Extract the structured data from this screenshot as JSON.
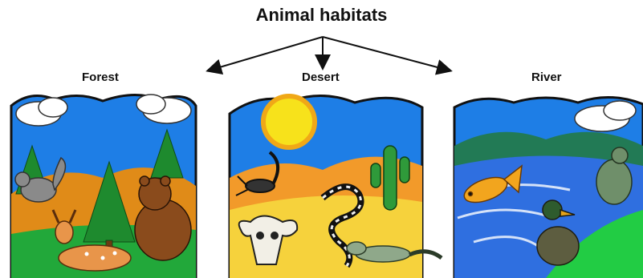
{
  "diagram": {
    "title": "Animal habitats",
    "habitats": [
      {
        "label": "Forest"
      },
      {
        "label": "Desert"
      },
      {
        "label": "River"
      }
    ]
  },
  "colors": {
    "sky": "#1e7ee6",
    "forest_ground": "#22a83a",
    "desert_sand": "#f6d23c",
    "desert_dune": "#f29a2a",
    "river_water": "#2f6fe0",
    "river_bank": "#22cc44",
    "hills": "#227a55",
    "sun": "#f7e21b"
  }
}
